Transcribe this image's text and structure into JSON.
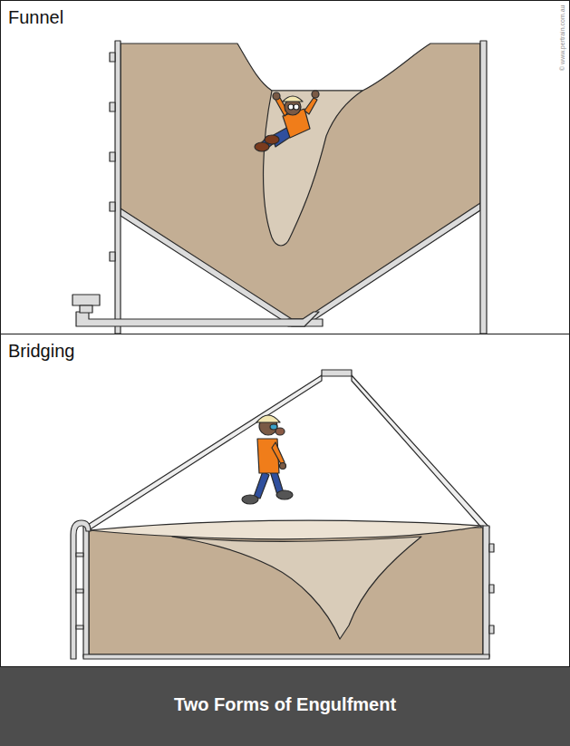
{
  "diagram": {
    "caption": "Two Forms of Engulfment",
    "nodes": [
      {
        "text": [
          "Funnel"
        ]
      },
      {
        "text": [
          "Bridging"
        ]
      }
    ],
    "labels": [
      "© www.pertrain.com.au"
    ]
  }
}
